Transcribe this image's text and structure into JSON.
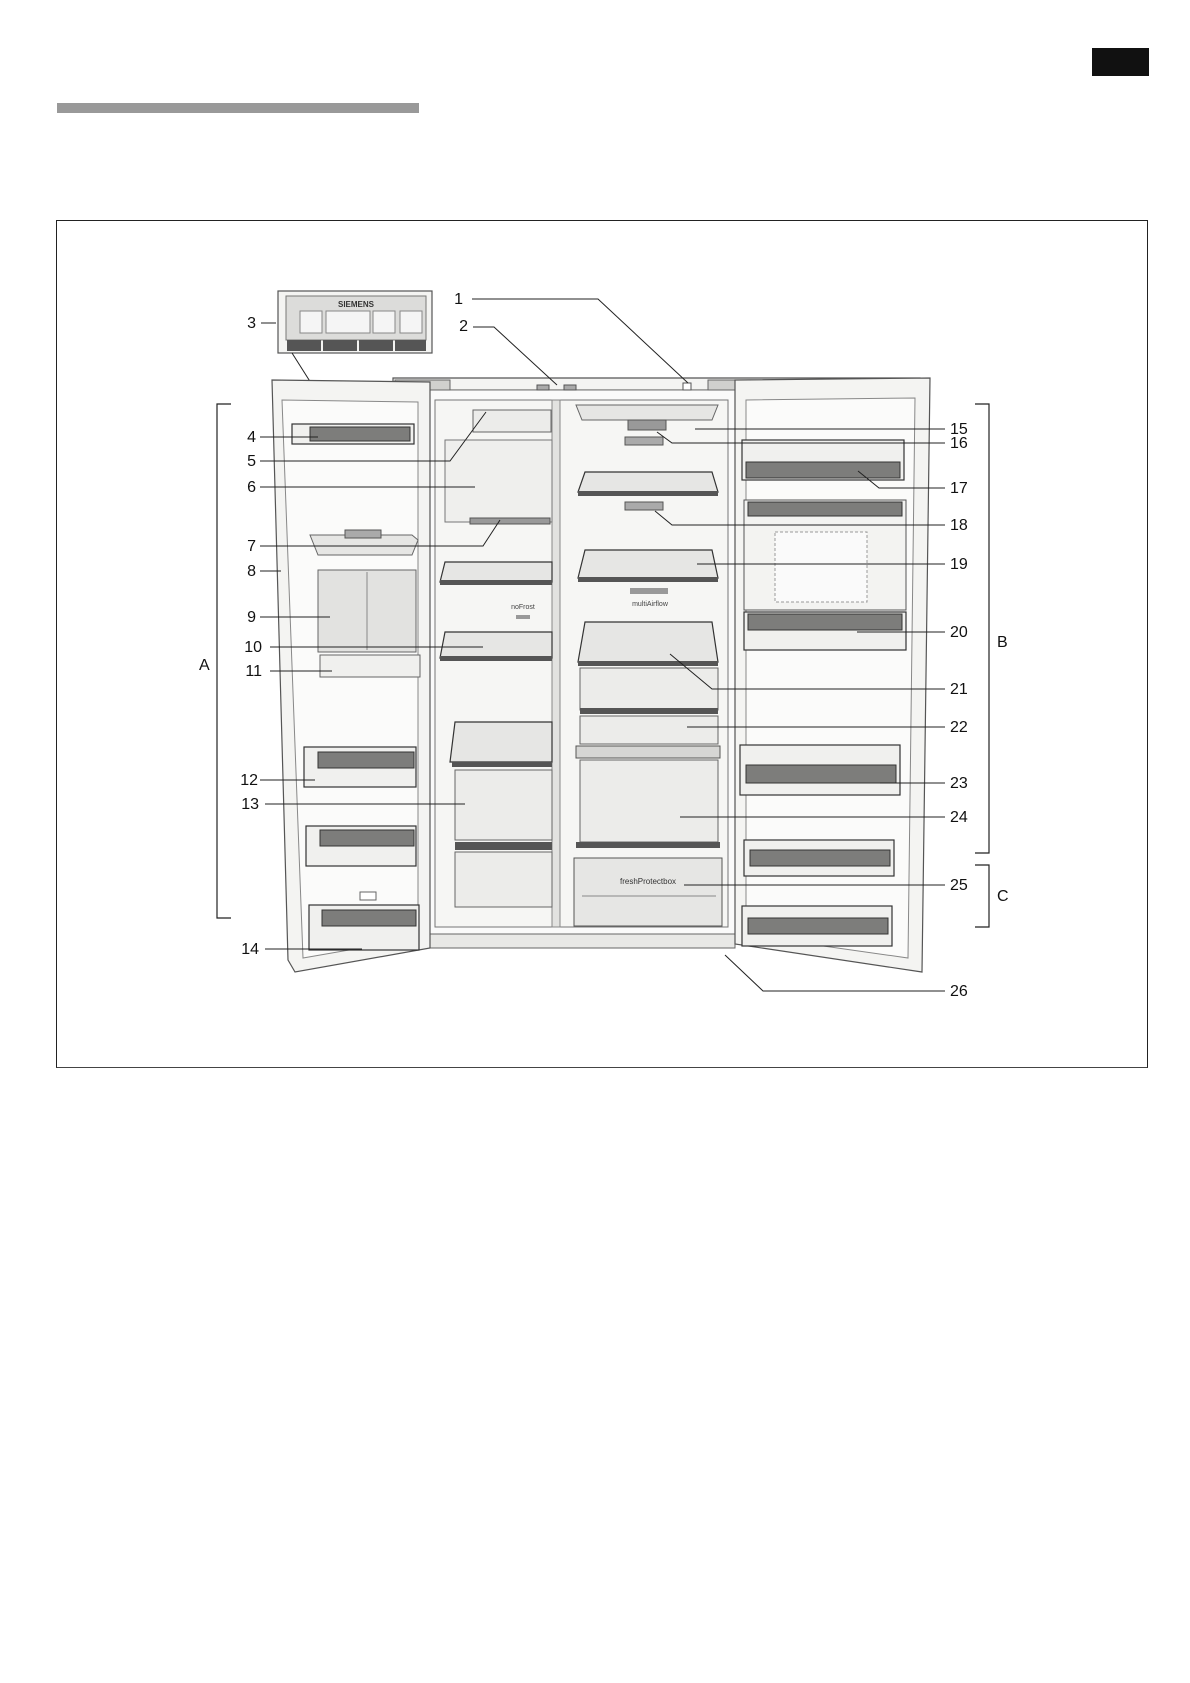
{
  "panel": {
    "brand": "SIEMENS",
    "buttons": [
      "",
      "",
      "",
      ""
    ]
  },
  "labels": {
    "n1": "1",
    "n2": "2",
    "n3": "3",
    "n4": "4",
    "n5": "5",
    "n6": "6",
    "n7": "7",
    "n8": "8",
    "n9": "9",
    "n10": "10",
    "n11": "11",
    "n12": "12",
    "n13": "13",
    "n14": "14",
    "n15": "15",
    "n16": "16",
    "n17": "17",
    "n18": "18",
    "n19": "19",
    "n20": "20",
    "n21": "21",
    "n22": "22",
    "n23": "23",
    "n24": "24",
    "n25": "25",
    "n26": "26",
    "A": "A",
    "B": "B",
    "C": "C"
  },
  "inside_text": {
    "nofrost": "noFrost",
    "multiairflow": "multiAirflow",
    "freshprotect": "freshProtectbox"
  },
  "colors": {
    "cabinet": "#f4f4f2",
    "trim": "#7d7d7b",
    "line": "#222222",
    "header_bar": "#999999",
    "tab": "#111111"
  }
}
